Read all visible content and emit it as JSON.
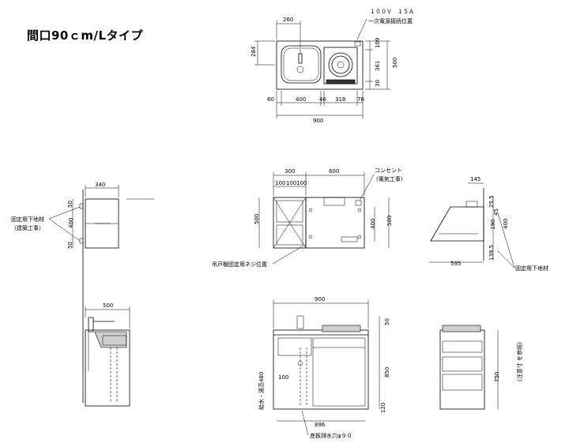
{
  "title": "間口90ｃm/Lタイプ",
  "plan": {
    "d_260": "260",
    "d_284": "284",
    "d_109": "109",
    "d_361": "361",
    "d_30": "30",
    "d_500": "500",
    "d_60": "60",
    "d_400": "400",
    "d_46": "46",
    "d_318": "318",
    "d_76": "76",
    "d_900": "900",
    "power_spec": "１００Ｖ　１５Ａ",
    "power_label": "一次電源接続位置"
  },
  "side_wall": {
    "d_340": "340",
    "d_50a": "50",
    "d_400": "400",
    "d_50b": "50",
    "label_line1": "固定用下地材",
    "label_line2": "（建築工事）"
  },
  "wall_front": {
    "d_300": "300",
    "d_600": "600",
    "d_100a": "100",
    "d_100b": "100",
    "d_100c": "100",
    "d_500_left": "500",
    "d_400": "400",
    "d_500_right": "500",
    "outlet_line1": "コンセント",
    "outlet_line2": "(電気工事)",
    "screw_label": "吊戸棚固定用ネジ位置"
  },
  "hood_side": {
    "d_145": "145",
    "d_25_5": "25.5",
    "d_45": "45",
    "d_190": "190",
    "d_400": "400",
    "d_139_5": "139.5",
    "d_595": "595",
    "fix_label": "固定用下地材"
  },
  "lower_side": {
    "d_500": "500"
  },
  "lower_front": {
    "d_900": "900",
    "d_50": "50",
    "d_850": "850",
    "d_120": "120",
    "d_896": "896",
    "d_100": "100",
    "supply_label": "給水・湯范480",
    "drain_label": "底板排水穴φ９０"
  },
  "lower_side_r": {
    "d_750": "750",
    "note": "(注意寸 を参照)"
  }
}
